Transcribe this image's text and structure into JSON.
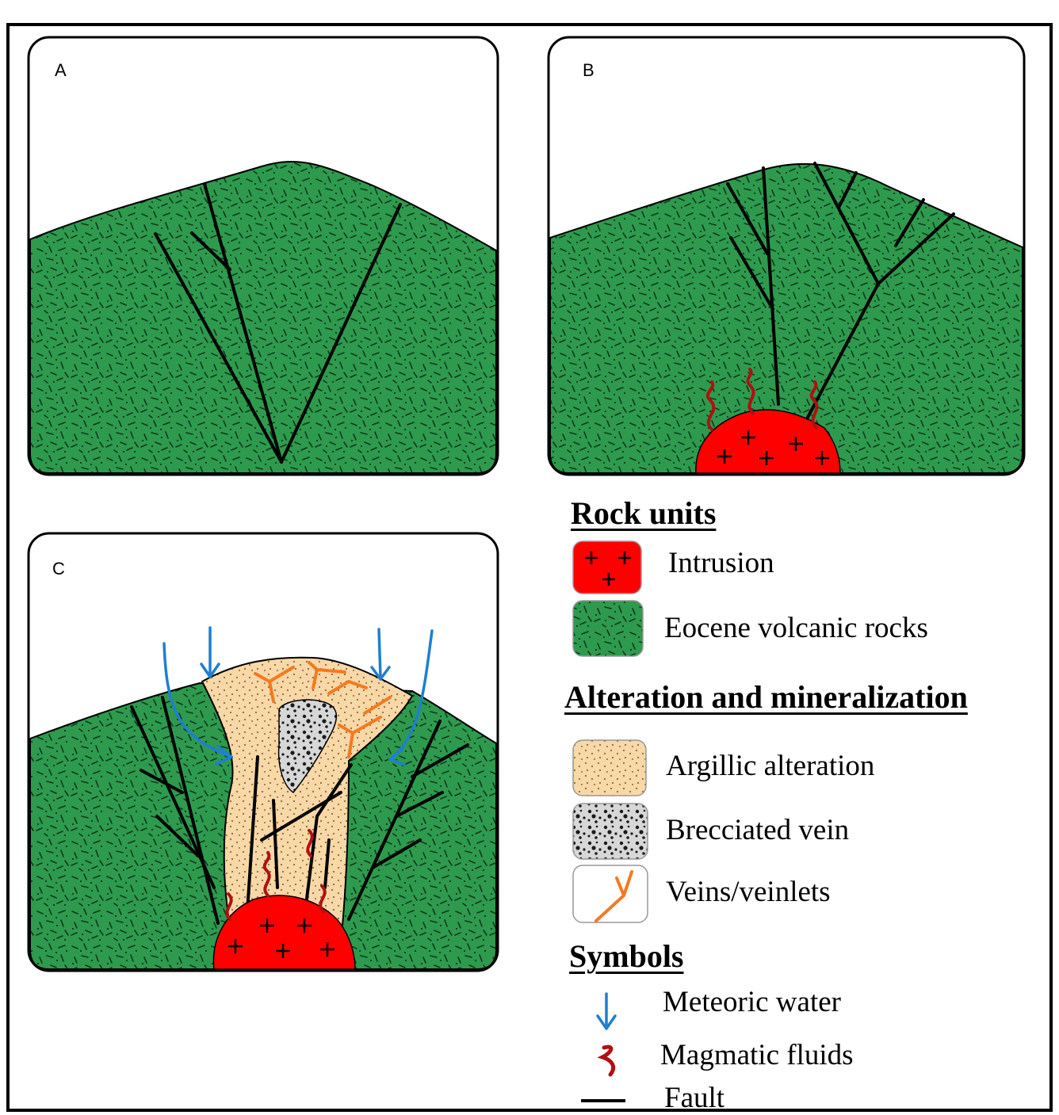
{
  "panels": [
    {
      "id": "A",
      "label": "A"
    },
    {
      "id": "B",
      "label": "B"
    },
    {
      "id": "C",
      "label": "C"
    }
  ],
  "legend": {
    "rock_units": {
      "heading": "Rock units",
      "items": [
        {
          "key": "intrusion",
          "label": "Intrusion",
          "color": "#ff0000"
        },
        {
          "key": "volcanic",
          "label": "Eocene volcanic rocks",
          "color": "#2e9a4e"
        }
      ]
    },
    "alteration": {
      "heading": "Alteration and mineralization",
      "items": [
        {
          "key": "argillic",
          "label": "Argillic alteration",
          "color": "#f9d8a8"
        },
        {
          "key": "breccia",
          "label": "Brecciated vein",
          "color": "#d7d7d7"
        },
        {
          "key": "veins",
          "label": "Veins/veinlets",
          "color": "#f47a20"
        }
      ]
    },
    "symbols": {
      "heading": "Symbols",
      "items": [
        {
          "key": "meteoric",
          "label": "Meteoric water",
          "color": "#1f7fd0"
        },
        {
          "key": "magmatic",
          "label": "Magmatic fluids",
          "color": "#b01010"
        },
        {
          "key": "fault",
          "label": "Fault",
          "color": "#000000"
        }
      ]
    }
  }
}
